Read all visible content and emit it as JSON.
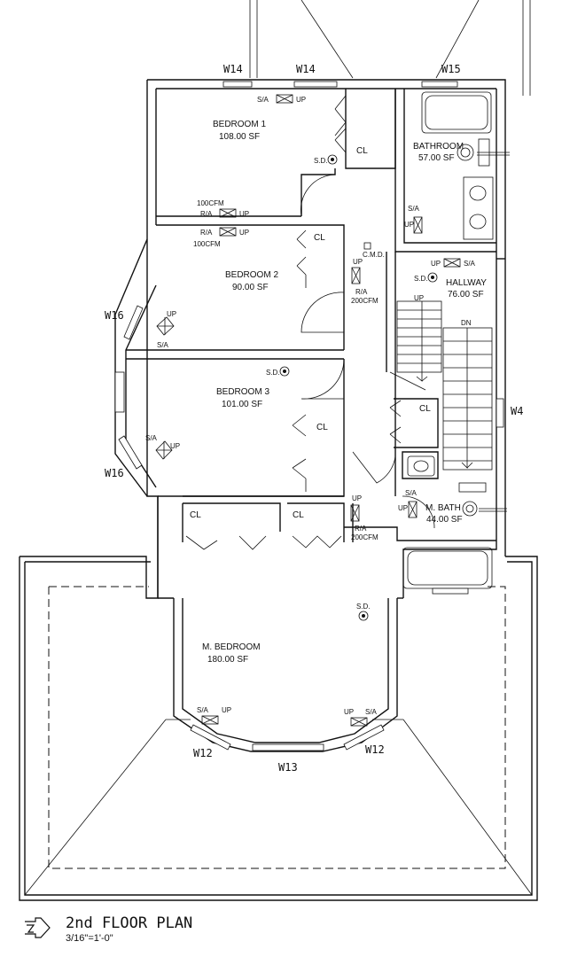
{
  "rooms": {
    "bedroom1": {
      "name": "BEDROOM 1",
      "area": "108.00 SF"
    },
    "bedroom2": {
      "name": "BEDROOM 2",
      "area": "90.00 SF"
    },
    "bedroom3": {
      "name": "BEDROOM 3",
      "area": "101.00 SF"
    },
    "bathroom": {
      "name": "BATHROOM",
      "area": "57.00 SF"
    },
    "hallway": {
      "name": "HALLWAY",
      "area": "76.00 SF"
    },
    "mbath": {
      "name": "M. BATH",
      "area": "44.00 SF"
    },
    "mbedroom": {
      "name": "M. BEDROOM",
      "area": "180.00 SF"
    }
  },
  "windows": {
    "w14": "W14",
    "w15": "W15",
    "w16": "W16",
    "w4": "W4",
    "w12": "W12",
    "w13": "W13"
  },
  "annotations": {
    "closet": "CL",
    "smoke": "S.D.",
    "supply": "S/A",
    "return": "R/A",
    "up": "UP",
    "down": "DN",
    "cfm100": "100CFM",
    "cfm200": "200CFM",
    "cmd": "C.M.D."
  },
  "title": {
    "label": "2nd FLOOR PLAN",
    "scale": "3/16\"=1'-0\""
  }
}
